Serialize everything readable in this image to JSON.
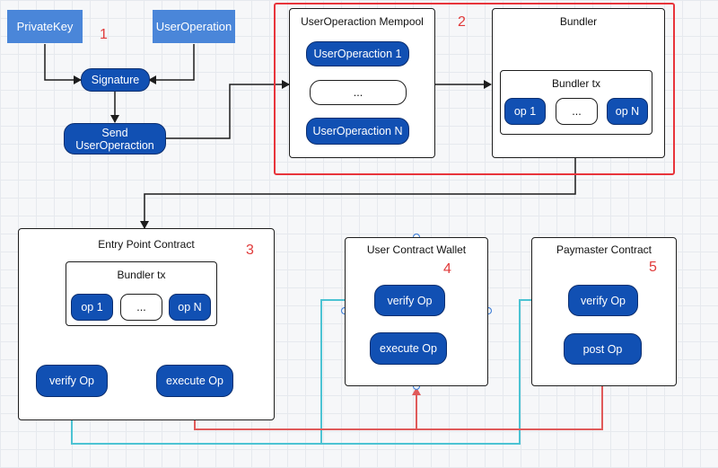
{
  "inputs": {
    "private_key": "PrivateKey",
    "user_operation": "UserOperation"
  },
  "signature": "Signature",
  "send_user_operation": "Send\nUserOperaction",
  "steps": [
    "1",
    "2",
    "3",
    "4",
    "5"
  ],
  "mempool": {
    "title": "UserOperaction Mempool",
    "items": [
      "UserOperaction 1",
      "...",
      "UserOperaction N"
    ]
  },
  "bundler": {
    "title": "Bundler",
    "tx_title": "Bundler tx",
    "ops": [
      "op 1",
      "...",
      "op N"
    ]
  },
  "entry_point": {
    "title": "Entry Point Contract",
    "tx_title": "Bundler tx",
    "ops": [
      "op 1",
      "...",
      "op N"
    ],
    "verify": "verify Op",
    "execute": "execute Op"
  },
  "wallet": {
    "title": "User Contract Wallet",
    "verify": "verify Op",
    "execute": "execute Op"
  },
  "paymaster": {
    "title": "Paymaster Contract",
    "verify": "verify Op",
    "post": "post Op"
  },
  "colors": {
    "node_light": "#4a86d9",
    "node_dark": "#1150b3",
    "highlight_frame": "#e8343b",
    "verify_flow": "#4cc3d3",
    "execute_flow": "#e05a5a",
    "arrow": "#1d1d1d"
  }
}
